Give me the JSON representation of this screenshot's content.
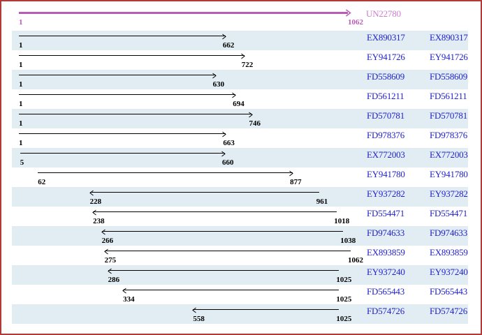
{
  "colors": {
    "border": "#b03939",
    "row_stripe": "#e1edf3",
    "reference_arrow": "#b85cb8",
    "reference_name": "#cc80cc",
    "reference_coords": "#b85cb8",
    "accession_link": "#2222cc",
    "read_arrow": "#000000",
    "coord_text": "#000000"
  },
  "reference": {
    "name": "UN22780",
    "start": 1,
    "end": 1062,
    "direction": "right"
  },
  "reads": [
    {
      "name": "EX890317",
      "start": 1,
      "end": 662,
      "direction": "right"
    },
    {
      "name": "EY941726",
      "start": 1,
      "end": 722,
      "direction": "right"
    },
    {
      "name": "FD558609",
      "start": 1,
      "end": 630,
      "direction": "right"
    },
    {
      "name": "FD561211",
      "start": 1,
      "end": 694,
      "direction": "right"
    },
    {
      "name": "FD570781",
      "start": 1,
      "end": 746,
      "direction": "right"
    },
    {
      "name": "FD978376",
      "start": 1,
      "end": 663,
      "direction": "right"
    },
    {
      "name": "EX772003",
      "start": 5,
      "end": 660,
      "direction": "right"
    },
    {
      "name": "EY941780",
      "start": 62,
      "end": 877,
      "direction": "right"
    },
    {
      "name": "EY937282",
      "start": 228,
      "end": 961,
      "direction": "left"
    },
    {
      "name": "FD554471",
      "start": 238,
      "end": 1018,
      "direction": "left"
    },
    {
      "name": "FD974633",
      "start": 266,
      "end": 1038,
      "direction": "left"
    },
    {
      "name": "EX893859",
      "start": 275,
      "end": 1062,
      "direction": "left"
    },
    {
      "name": "EY937240",
      "start": 286,
      "end": 1025,
      "direction": "left"
    },
    {
      "name": "FD565443",
      "start": 334,
      "end": 1025,
      "direction": "left"
    },
    {
      "name": "FD574726",
      "start": 558,
      "end": 1025,
      "direction": "left"
    }
  ]
}
